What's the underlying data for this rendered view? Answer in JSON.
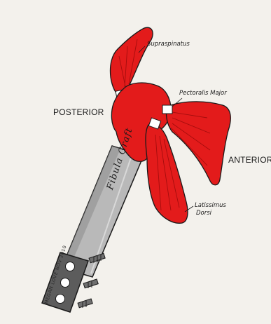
{
  "labels": {
    "posterior": "POSTERIOR",
    "anterior": "ANTERIOR",
    "supraspinatus": "Supraspinatus",
    "pectoralis_major": "Pectoralis Major",
    "latissimus_line1": "Latissimus",
    "latissimus_line2": "Dorsi",
    "fibula_graft": "Fibula Graft",
    "signature": "MEGAN LOVE NOV 2010"
  },
  "colors": {
    "muscle": "#e31b1b",
    "muscle_dark": "#a50d0d",
    "bone": "#b9b9b9",
    "bone_shade": "#7f7f7f",
    "plate": "#5c5c5c",
    "outline": "#1a1a1a",
    "background": "#f3f1ec"
  }
}
